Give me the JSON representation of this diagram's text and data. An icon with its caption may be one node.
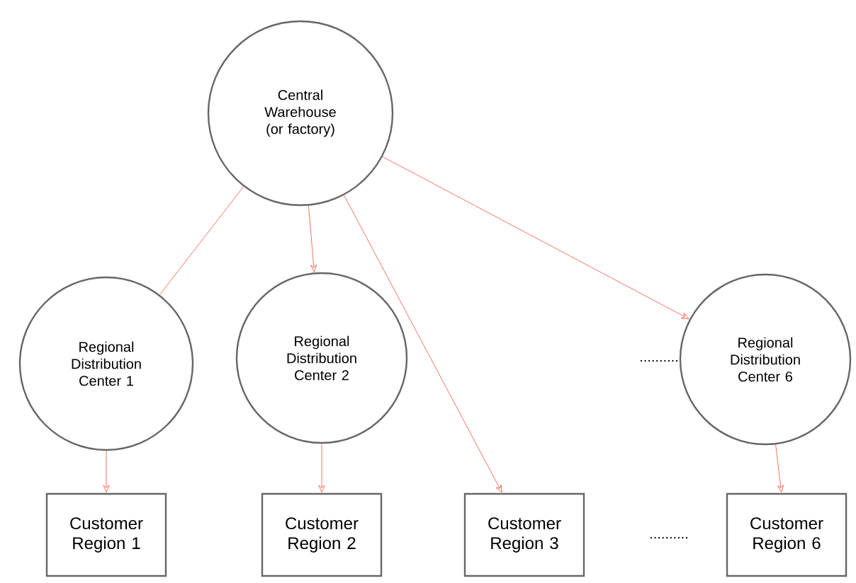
{
  "diagram": {
    "nodes": [
      {
        "text": [
          "Central Warehouse (or factory)"
        ]
      },
      {
        "text": [
          "Regional Distribution Center 1"
        ]
      },
      {
        "text": [
          "Regional Distribution Center 2"
        ]
      },
      {
        "text": [
          "Regional Distribution Center 6"
        ]
      },
      {
        "text": [
          "Customer Region 1"
        ]
      },
      {
        "text": [
          "Customer Region 2"
        ]
      },
      {
        "text": [
          "Customer Region 3"
        ]
      },
      {
        "text": [
          "Customer Region 6"
        ]
      }
    ],
    "edges": [
      {
        "from": 0,
        "to": 1,
        "arrow": "none"
      },
      {
        "from": 0,
        "to": 2,
        "arrow": "to"
      },
      {
        "from": 0,
        "to": 3,
        "arrow": "to"
      },
      {
        "from": 0,
        "to": 6,
        "arrow": "to"
      },
      {
        "from": 1,
        "to": 4,
        "arrow": "to"
      },
      {
        "from": 2,
        "to": 5,
        "arrow": "to"
      },
      {
        "from": 3,
        "to": 7,
        "arrow": "to"
      }
    ],
    "labels": [
      "..........",
      ".........."
    ]
  }
}
